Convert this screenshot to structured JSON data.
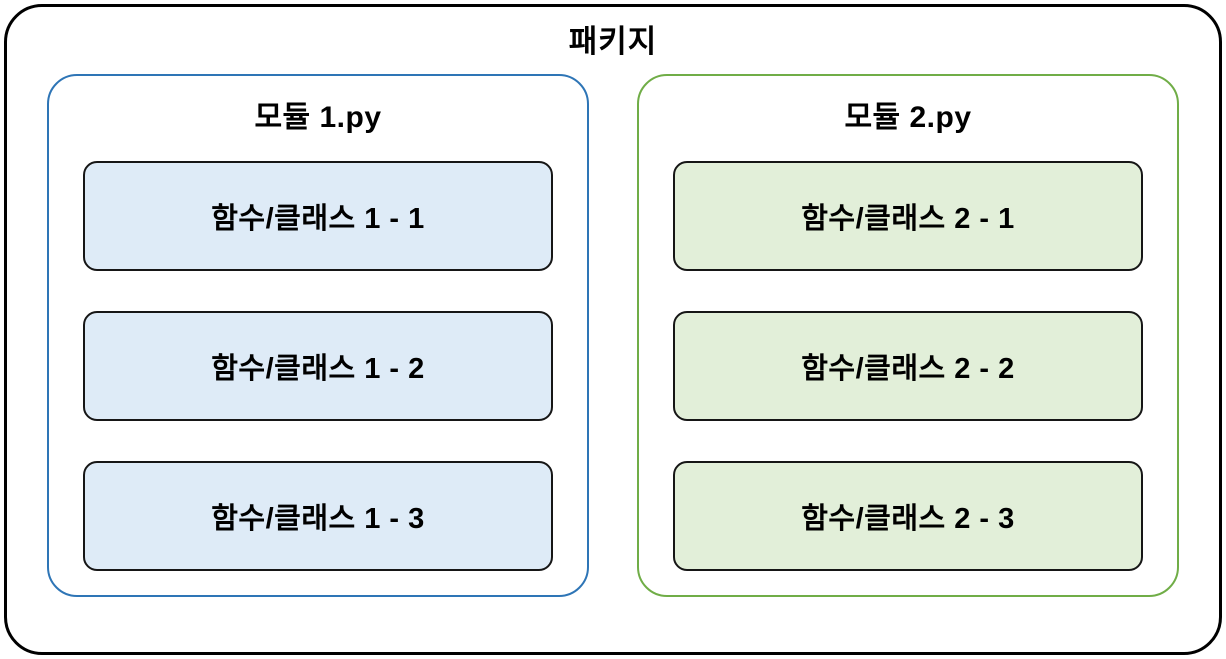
{
  "diagram": {
    "package_title": "패키지",
    "outer_border_color": "#000000",
    "modules": [
      {
        "title": "모듈 1.py",
        "accent_border": "#2e75b6",
        "item_fill": "#deebf7",
        "items": [
          "함수/클래스 1 - 1",
          "함수/클래스 1 - 2",
          "함수/클래스 1 - 3"
        ]
      },
      {
        "title": "모듈 2.py",
        "accent_border": "#70ad47",
        "item_fill": "#e2efd9",
        "items": [
          "함수/클래스 2 - 1",
          "함수/클래스 2 - 2",
          "함수/클래스 2 - 3"
        ]
      }
    ]
  }
}
